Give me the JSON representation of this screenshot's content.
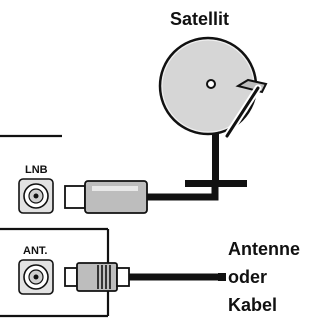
{
  "labels": {
    "satellite": "Satellit",
    "lnb": "LNB",
    "ant": "ANT.",
    "antenna_line1": "Antenne",
    "antenna_line2": "oder",
    "antenna_line3": "Kabel"
  },
  "colors": {
    "line": "#111111",
    "dish_fill": "#d6d6d6",
    "port_fill": "#e2e2e2",
    "connector_fill": "#bdbdbd",
    "background": "#ffffff"
  },
  "icons": {
    "satellite": "satellite-dish-icon",
    "lnb_port": "coax-port-icon",
    "ant_port": "coax-port-icon",
    "lnb_plug": "f-connector-icon",
    "ant_plug": "iec-connector-icon"
  }
}
